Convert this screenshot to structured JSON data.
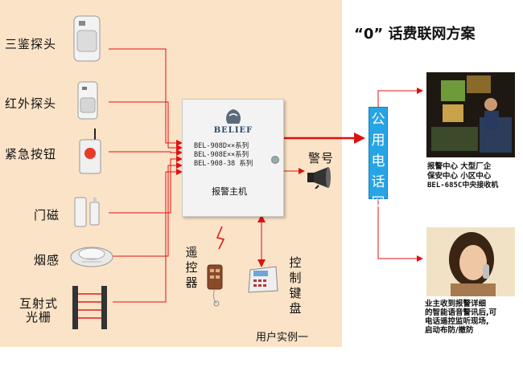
{
  "title": "“0” 话费联网方案",
  "devices": [
    {
      "label": "三鉴探头",
      "icon": "dual-tech-detector-icon"
    },
    {
      "label": "红外探头",
      "icon": "infrared-detector-icon"
    },
    {
      "label": "紧急按钮",
      "icon": "panic-button-icon"
    },
    {
      "label": "门磁",
      "icon": "door-contact-icon"
    },
    {
      "label": "烟感",
      "icon": "smoke-detector-icon"
    },
    {
      "label": "互射式",
      "label2": "光栅",
      "icon": "beam-grating-icon"
    }
  ],
  "host": {
    "brand": "BELIEF",
    "models": [
      "BEL-908D××系列",
      "BEL-908E××系列",
      "BEL-908-38   系列"
    ],
    "name": "报警主机"
  },
  "siren": {
    "label": "警号"
  },
  "remote": {
    "label": "遥控器"
  },
  "keypad": {
    "label": "控制键盘"
  },
  "footer": "用户实例一",
  "network": {
    "label": "公用电话网"
  },
  "center": {
    "lines": [
      "报警中心  大型厂企",
      "保安中心  小区中心",
      "BEL-685C中央接收机"
    ]
  },
  "owner": {
    "lines": [
      "业主收到报警详细",
      "的智能语音警讯后,可",
      "电话遥控监听现场,",
      "启动布防/撤防"
    ]
  },
  "colors": {
    "panel": "#fbe3c8",
    "arrow": "#e01010",
    "network": "#27a4e6"
  }
}
